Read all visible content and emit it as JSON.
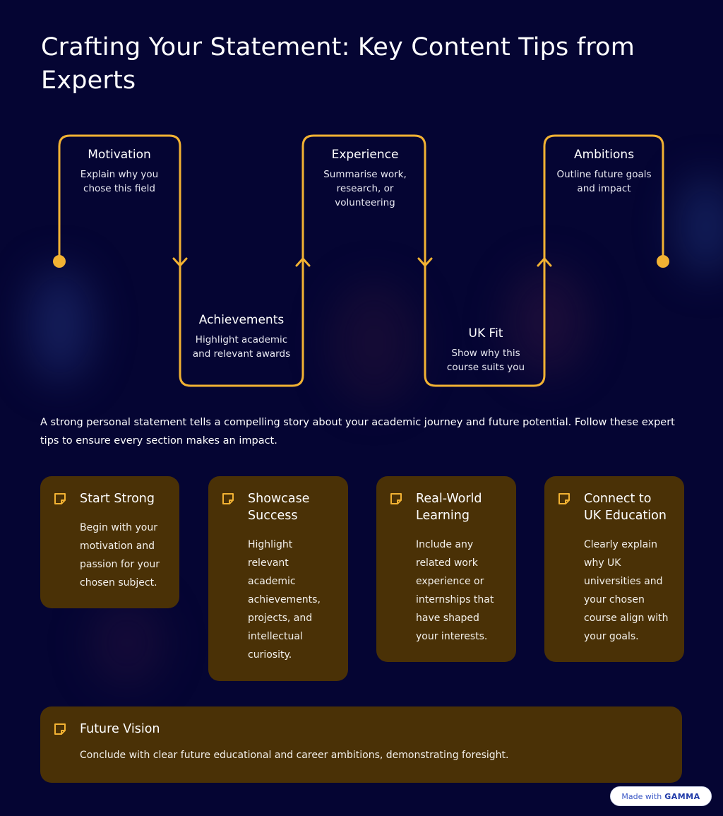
{
  "title": "Crafting Your Statement: Key Content Tips from Experts",
  "flow": {
    "line_color": "#f2b233",
    "steps": [
      {
        "title": "Motivation",
        "desc": "Explain why you chose this field"
      },
      {
        "title": "Achievements",
        "desc": "Highlight academic and relevant awards"
      },
      {
        "title": "Experience",
        "desc": "Summarise work, research, or volunteering"
      },
      {
        "title": "UK Fit",
        "desc": "Show why this course suits you"
      },
      {
        "title": "Ambitions",
        "desc": "Outline future goals and impact"
      }
    ]
  },
  "intro": "A strong personal statement tells a compelling story about your academic journey and future potential. Follow these expert tips to ensure every section makes an impact.",
  "cards": [
    {
      "icon": "note-icon",
      "title": "Start Strong",
      "desc": "Begin with your motivation and passion for your chosen subject."
    },
    {
      "icon": "note-icon",
      "title": "Showcase Success",
      "desc": "Highlight relevant academic achievements, projects, and intellectual curiosity."
    },
    {
      "icon": "note-icon",
      "title": "Real-World Learning",
      "desc": "Include any related work experience or internships that have shaped your interests."
    },
    {
      "icon": "note-icon",
      "title": "Connect to UK Education",
      "desc": "Clearly explain why UK universities and your chosen course align with your goals."
    },
    {
      "icon": "note-icon",
      "title": "Future Vision",
      "desc": "Conclude with clear future educational and career ambitions, demonstrating foresight."
    }
  ],
  "badge": {
    "prefix": "Made with",
    "brand": "GAMMA"
  },
  "colors": {
    "background": "#050533",
    "card": "#4a3106",
    "accent": "#f2b233"
  }
}
